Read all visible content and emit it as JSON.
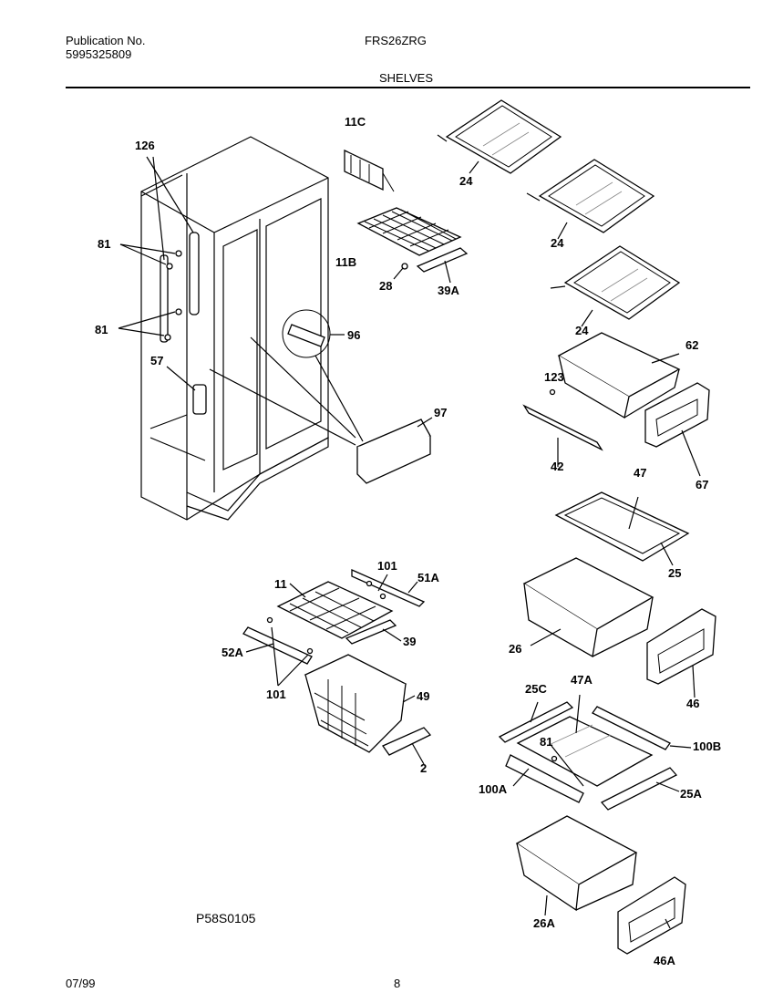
{
  "header": {
    "pub_label": "Publication No.",
    "pub_number": "5995325809",
    "model": "FRS26ZRG",
    "section": "SHELVES"
  },
  "footer": {
    "date": "07/99",
    "page": "8",
    "figure_id": "P58S0105"
  },
  "labels": {
    "l126": "126",
    "l81a": "81",
    "l81b": "81",
    "l57": "57",
    "l11c": "11C",
    "l11b": "11B",
    "l28": "28",
    "l39a": "39A",
    "l96": "96",
    "l97": "97",
    "l24a": "24",
    "l24b": "24",
    "l24c": "24",
    "l62": "62",
    "l123": "123",
    "l42": "42",
    "l67": "67",
    "l47": "47",
    "l25": "25",
    "l26": "26",
    "l46": "46",
    "l101a": "101",
    "l51a": "51A",
    "l11": "11",
    "l39": "39",
    "l52a": "52A",
    "l101b": "101",
    "l49": "49",
    "l2": "2",
    "l25c": "25C",
    "l47a": "47A",
    "l81c": "81",
    "l100b": "100B",
    "l100a": "100A",
    "l25a": "25A",
    "l26a": "26A",
    "l46a": "46A"
  }
}
